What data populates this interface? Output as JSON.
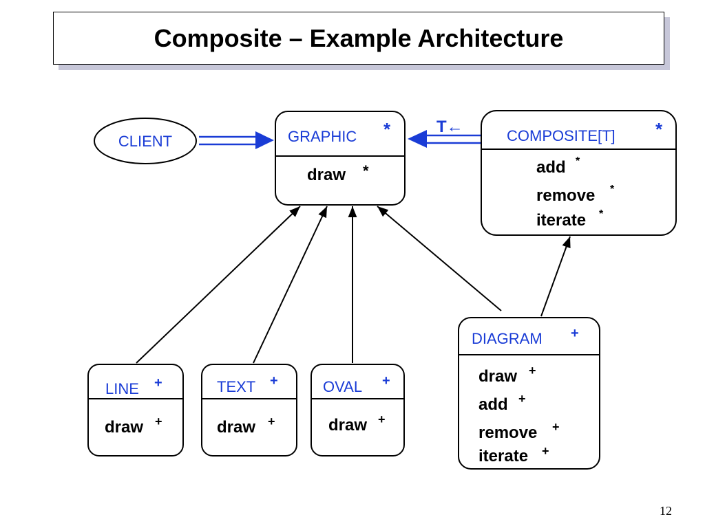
{
  "slide": {
    "title": "Composite – Example Architecture",
    "page_number": "12"
  },
  "client": {
    "label": "CLIENT"
  },
  "generic_param": "T←",
  "classes": {
    "graphic": {
      "name": "GRAPHIC",
      "mark": "*",
      "ops": [
        {
          "name": "draw",
          "mark": "*"
        }
      ]
    },
    "composite": {
      "name": "COMPOSITE[T]",
      "mark": "*",
      "ops": [
        {
          "name": "add",
          "mark": "*"
        },
        {
          "name": "remove",
          "mark": "*"
        },
        {
          "name": "iterate",
          "mark": "*"
        }
      ]
    },
    "line": {
      "name": "LINE",
      "mark": "+",
      "ops": [
        {
          "name": "draw",
          "mark": "+"
        }
      ]
    },
    "text": {
      "name": "TEXT",
      "mark": "+",
      "ops": [
        {
          "name": "draw",
          "mark": "+"
        }
      ]
    },
    "oval": {
      "name": "OVAL",
      "mark": "+",
      "ops": [
        {
          "name": "draw",
          "mark": "+"
        }
      ]
    },
    "diagram": {
      "name": "DIAGRAM",
      "mark": "+",
      "ops": [
        {
          "name": "draw",
          "mark": "+"
        },
        {
          "name": "add",
          "mark": "+"
        },
        {
          "name": "remove",
          "mark": "+"
        },
        {
          "name": "iterate",
          "mark": "+"
        }
      ]
    }
  },
  "colors": {
    "class_name": "#1a3cd6",
    "client_relation": "#1a3cd6",
    "inheritance": "#000000"
  }
}
